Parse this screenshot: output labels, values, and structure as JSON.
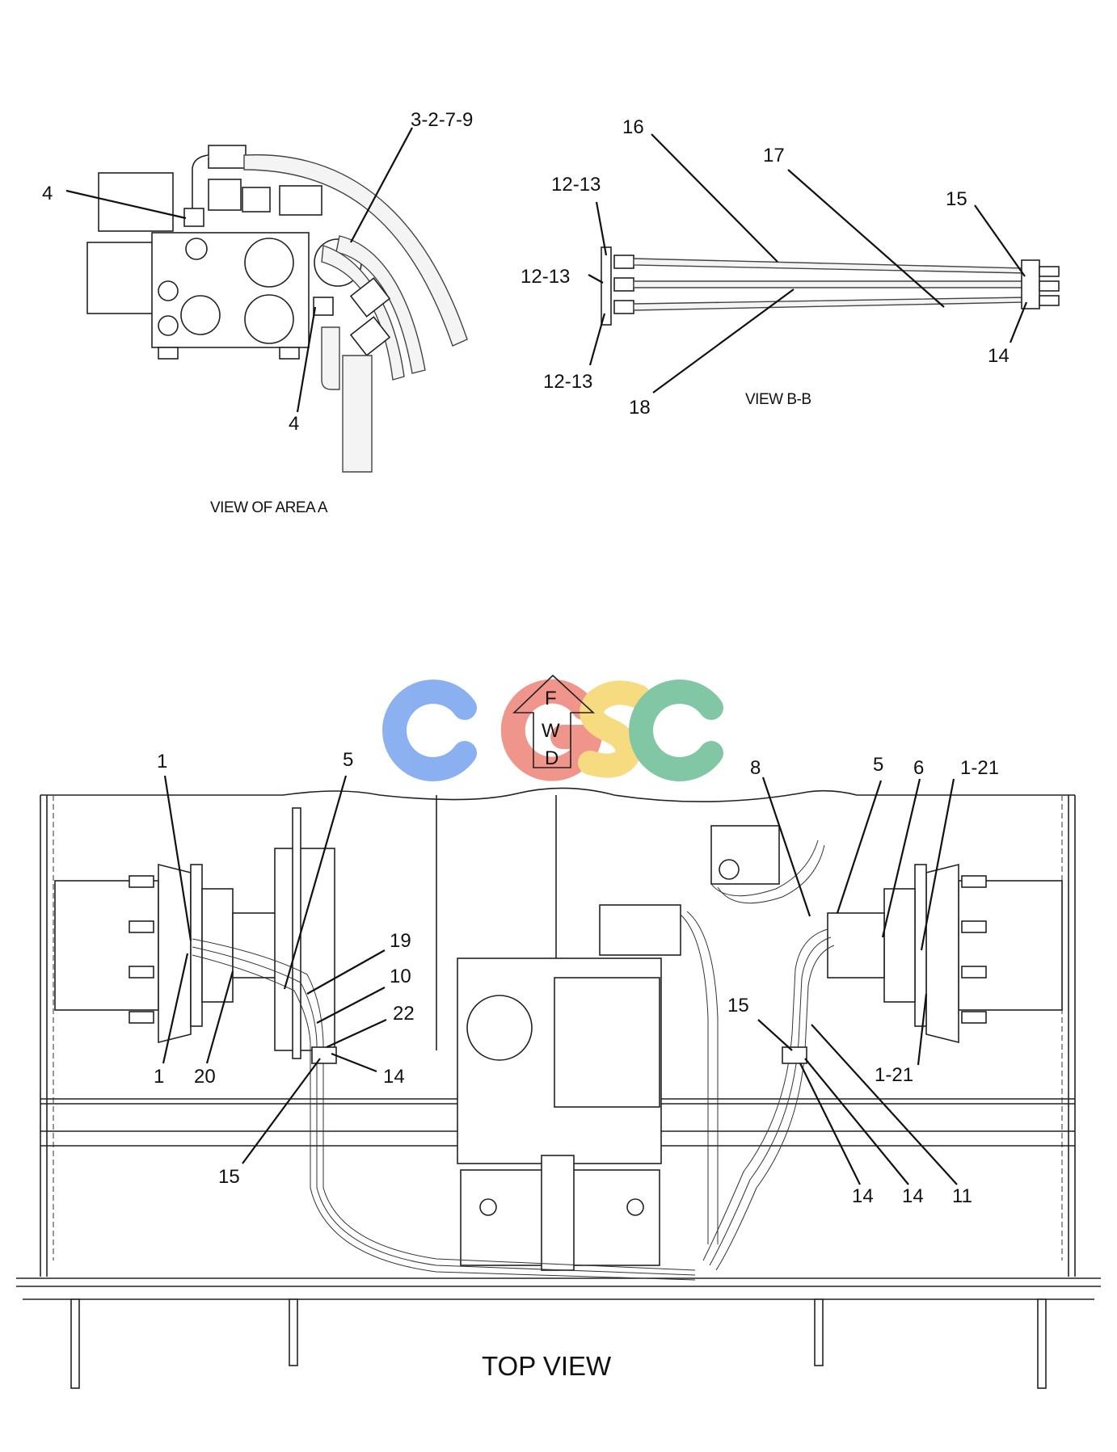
{
  "views": {
    "area_a": {
      "caption": "VIEW OF AREA A",
      "callouts": {
        "c1": "3-2-7-9",
        "c2": "4",
        "c3": "4"
      }
    },
    "view_bb": {
      "caption": "VIEW B-B",
      "callouts": {
        "c1": "16",
        "c2": "17",
        "c3": "15",
        "c4": "12-13",
        "c5": "12-13",
        "c6": "12-13",
        "c7": "14",
        "c8": "18"
      }
    },
    "top_view": {
      "title": "TOP VIEW",
      "fwd_letters": [
        "F",
        "W",
        "D"
      ],
      "callouts": {
        "c1": "1",
        "c2": "5",
        "c3": "19",
        "c4": "10",
        "c5": "22",
        "c6": "1",
        "c7": "20",
        "c8": "14",
        "c9": "15",
        "c10": "8",
        "c11": "5",
        "c12": "6",
        "c13": "1-21",
        "c14": "15",
        "c15": "1-21",
        "c16": "14",
        "c17": "14",
        "c18": "11"
      }
    }
  },
  "watermark": {
    "letters": [
      "C",
      "G",
      "S",
      "C"
    ],
    "colors": [
      "#7fa8f0",
      "#ef8a80",
      "#f6d874",
      "#74c09c"
    ]
  }
}
